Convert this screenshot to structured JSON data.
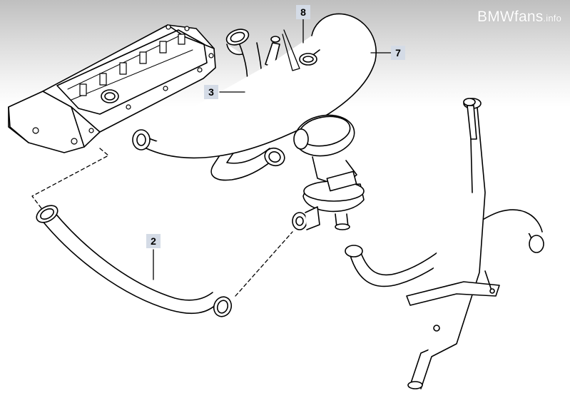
{
  "watermark": {
    "brand": "BMWfans",
    "suffix": ".info"
  },
  "callouts": {
    "part_2": "2",
    "part_3": "3",
    "part_7": "7",
    "part_8": "8"
  },
  "colors": {
    "line": "#000000",
    "callout_bg": "#d4dbe6",
    "header_gradient_top": "#bfbfbf"
  }
}
